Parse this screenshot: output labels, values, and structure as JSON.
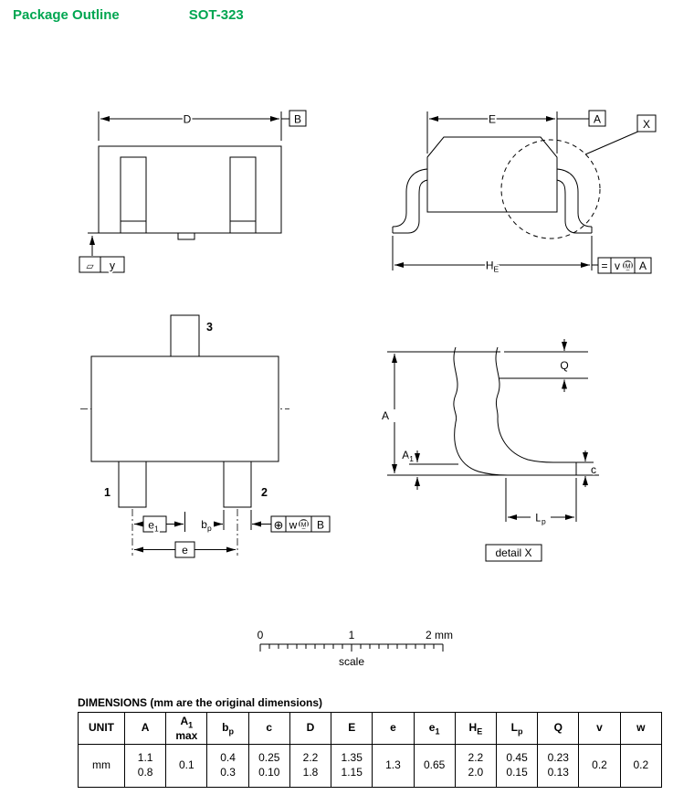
{
  "header": {
    "title": "Package Outline",
    "package": "SOT-323",
    "accent_color": "#00A651"
  },
  "drawings": {
    "front": {
      "dim_d": "D",
      "datum_b": "B",
      "flatness_symbol": "▱",
      "flatness_ref": "y"
    },
    "side": {
      "dim_e": "E",
      "datum_a": "A",
      "detail_ref": "X",
      "he_base": "H",
      "he_sub": "E",
      "frame": {
        "symbol": "=",
        "tolerance": "v",
        "modifier": "M",
        "datum": "A"
      }
    },
    "top": {
      "pin1": "1",
      "pin2": "2",
      "pin3": "3",
      "e1_base": "e",
      "e1_sub": "1",
      "bp_base": "b",
      "bp_sub": "p",
      "e_label": "e",
      "frame": {
        "symbol": "⊕",
        "tolerance": "w",
        "modifier": "M",
        "datum": "B"
      }
    },
    "detail": {
      "dim_q": "Q",
      "dim_a": "A",
      "a1_base": "A",
      "a1_sub": "1",
      "dim_c": "c",
      "lp_base": "L",
      "lp_sub": "p",
      "label": "detail X"
    }
  },
  "scale_bar": {
    "tick_start": "0",
    "tick_mid": "1",
    "tick_end": "2 mm",
    "label": "scale"
  },
  "table": {
    "caption": "DIMENSIONS (mm are the original dimensions)",
    "headers": [
      {
        "base": "UNIT",
        "sub": "",
        "line2": ""
      },
      {
        "base": "A",
        "sub": "",
        "line2": ""
      },
      {
        "base": "A",
        "sub": "1",
        "line2": "max"
      },
      {
        "base": "b",
        "sub": "p",
        "line2": ""
      },
      {
        "base": "c",
        "sub": "",
        "line2": ""
      },
      {
        "base": "D",
        "sub": "",
        "line2": ""
      },
      {
        "base": "E",
        "sub": "",
        "line2": ""
      },
      {
        "base": "e",
        "sub": "",
        "line2": ""
      },
      {
        "base": "e",
        "sub": "1",
        "line2": ""
      },
      {
        "base": "H",
        "sub": "E",
        "line2": ""
      },
      {
        "base": "L",
        "sub": "p",
        "line2": ""
      },
      {
        "base": "Q",
        "sub": "",
        "line2": ""
      },
      {
        "base": "v",
        "sub": "",
        "line2": ""
      },
      {
        "base": "w",
        "sub": "",
        "line2": ""
      }
    ],
    "row": {
      "unit": "mm",
      "values": [
        "1.1\n0.8",
        "0.1",
        "0.4\n0.3",
        "0.25\n0.10",
        "2.2\n1.8",
        "1.35\n1.15",
        "1.3",
        "0.65",
        "2.2\n2.0",
        "0.45\n0.15",
        "0.23\n0.13",
        "0.2",
        "0.2"
      ]
    }
  }
}
